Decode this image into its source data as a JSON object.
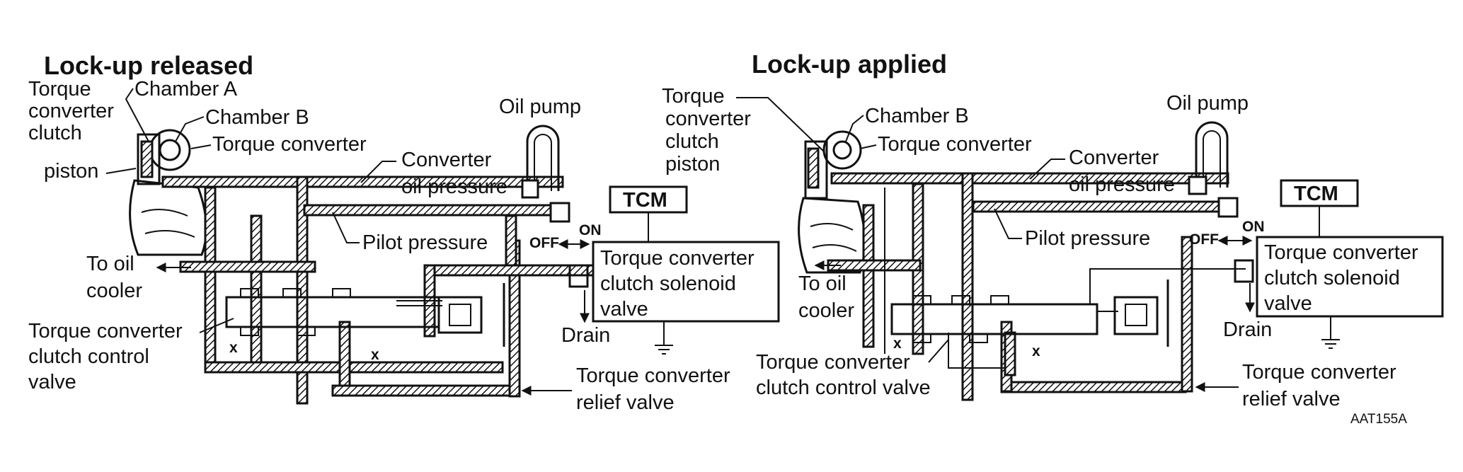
{
  "figure_code": "AAT155A",
  "left": {
    "title": "Lock-up released",
    "chamber_a": "Chamber A",
    "chamber_b": "Chamber B",
    "tcc_line1": "Torque",
    "tcc_line2": "converter",
    "tcc_line3": "clutch",
    "tcc_line4": "piston",
    "torque_converter": "Torque converter",
    "oil_pump": "Oil pump",
    "conv_pressure_1": "Converter",
    "conv_pressure_2": "oil pressure",
    "tcm": "TCM",
    "off": "OFF",
    "on": "ON",
    "pilot_pressure": "Pilot pressure",
    "to_oil_cooler_1": "To oil",
    "to_oil_cooler_2": "cooler",
    "solenoid_1": "Torque converter",
    "solenoid_2": "clutch solenoid",
    "solenoid_3": "valve",
    "drain": "Drain",
    "control_valve_1": "Torque converter",
    "control_valve_2": "clutch control",
    "control_valve_3": "valve",
    "relief_1": "Torque converter",
    "relief_2": "relief valve",
    "x_mark": "x"
  },
  "right": {
    "title": "Lock-up applied",
    "chamber_b": "Chamber B",
    "tcc_line1": "Torque",
    "tcc_line2": "converter",
    "tcc_line3": "clutch",
    "tcc_line4": "piston",
    "torque_converter": "Torque converter",
    "oil_pump": "Oil pump",
    "conv_pressure_1": "Converter",
    "conv_pressure_2": "oil pressure",
    "tcm": "TCM",
    "off": "OFF",
    "on": "ON",
    "pilot_pressure": "Pilot pressure",
    "to_oil_cooler_1": "To oil",
    "to_oil_cooler_2": "cooler",
    "solenoid_1": "Torque converter",
    "solenoid_2": "clutch solenoid",
    "solenoid_3": "valve",
    "drain": "Drain",
    "control_valve_1": "Torque converter",
    "control_valve_2": "clutch control valve",
    "relief_1": "Torque converter",
    "relief_2": "relief valve",
    "x_mark": "x"
  }
}
